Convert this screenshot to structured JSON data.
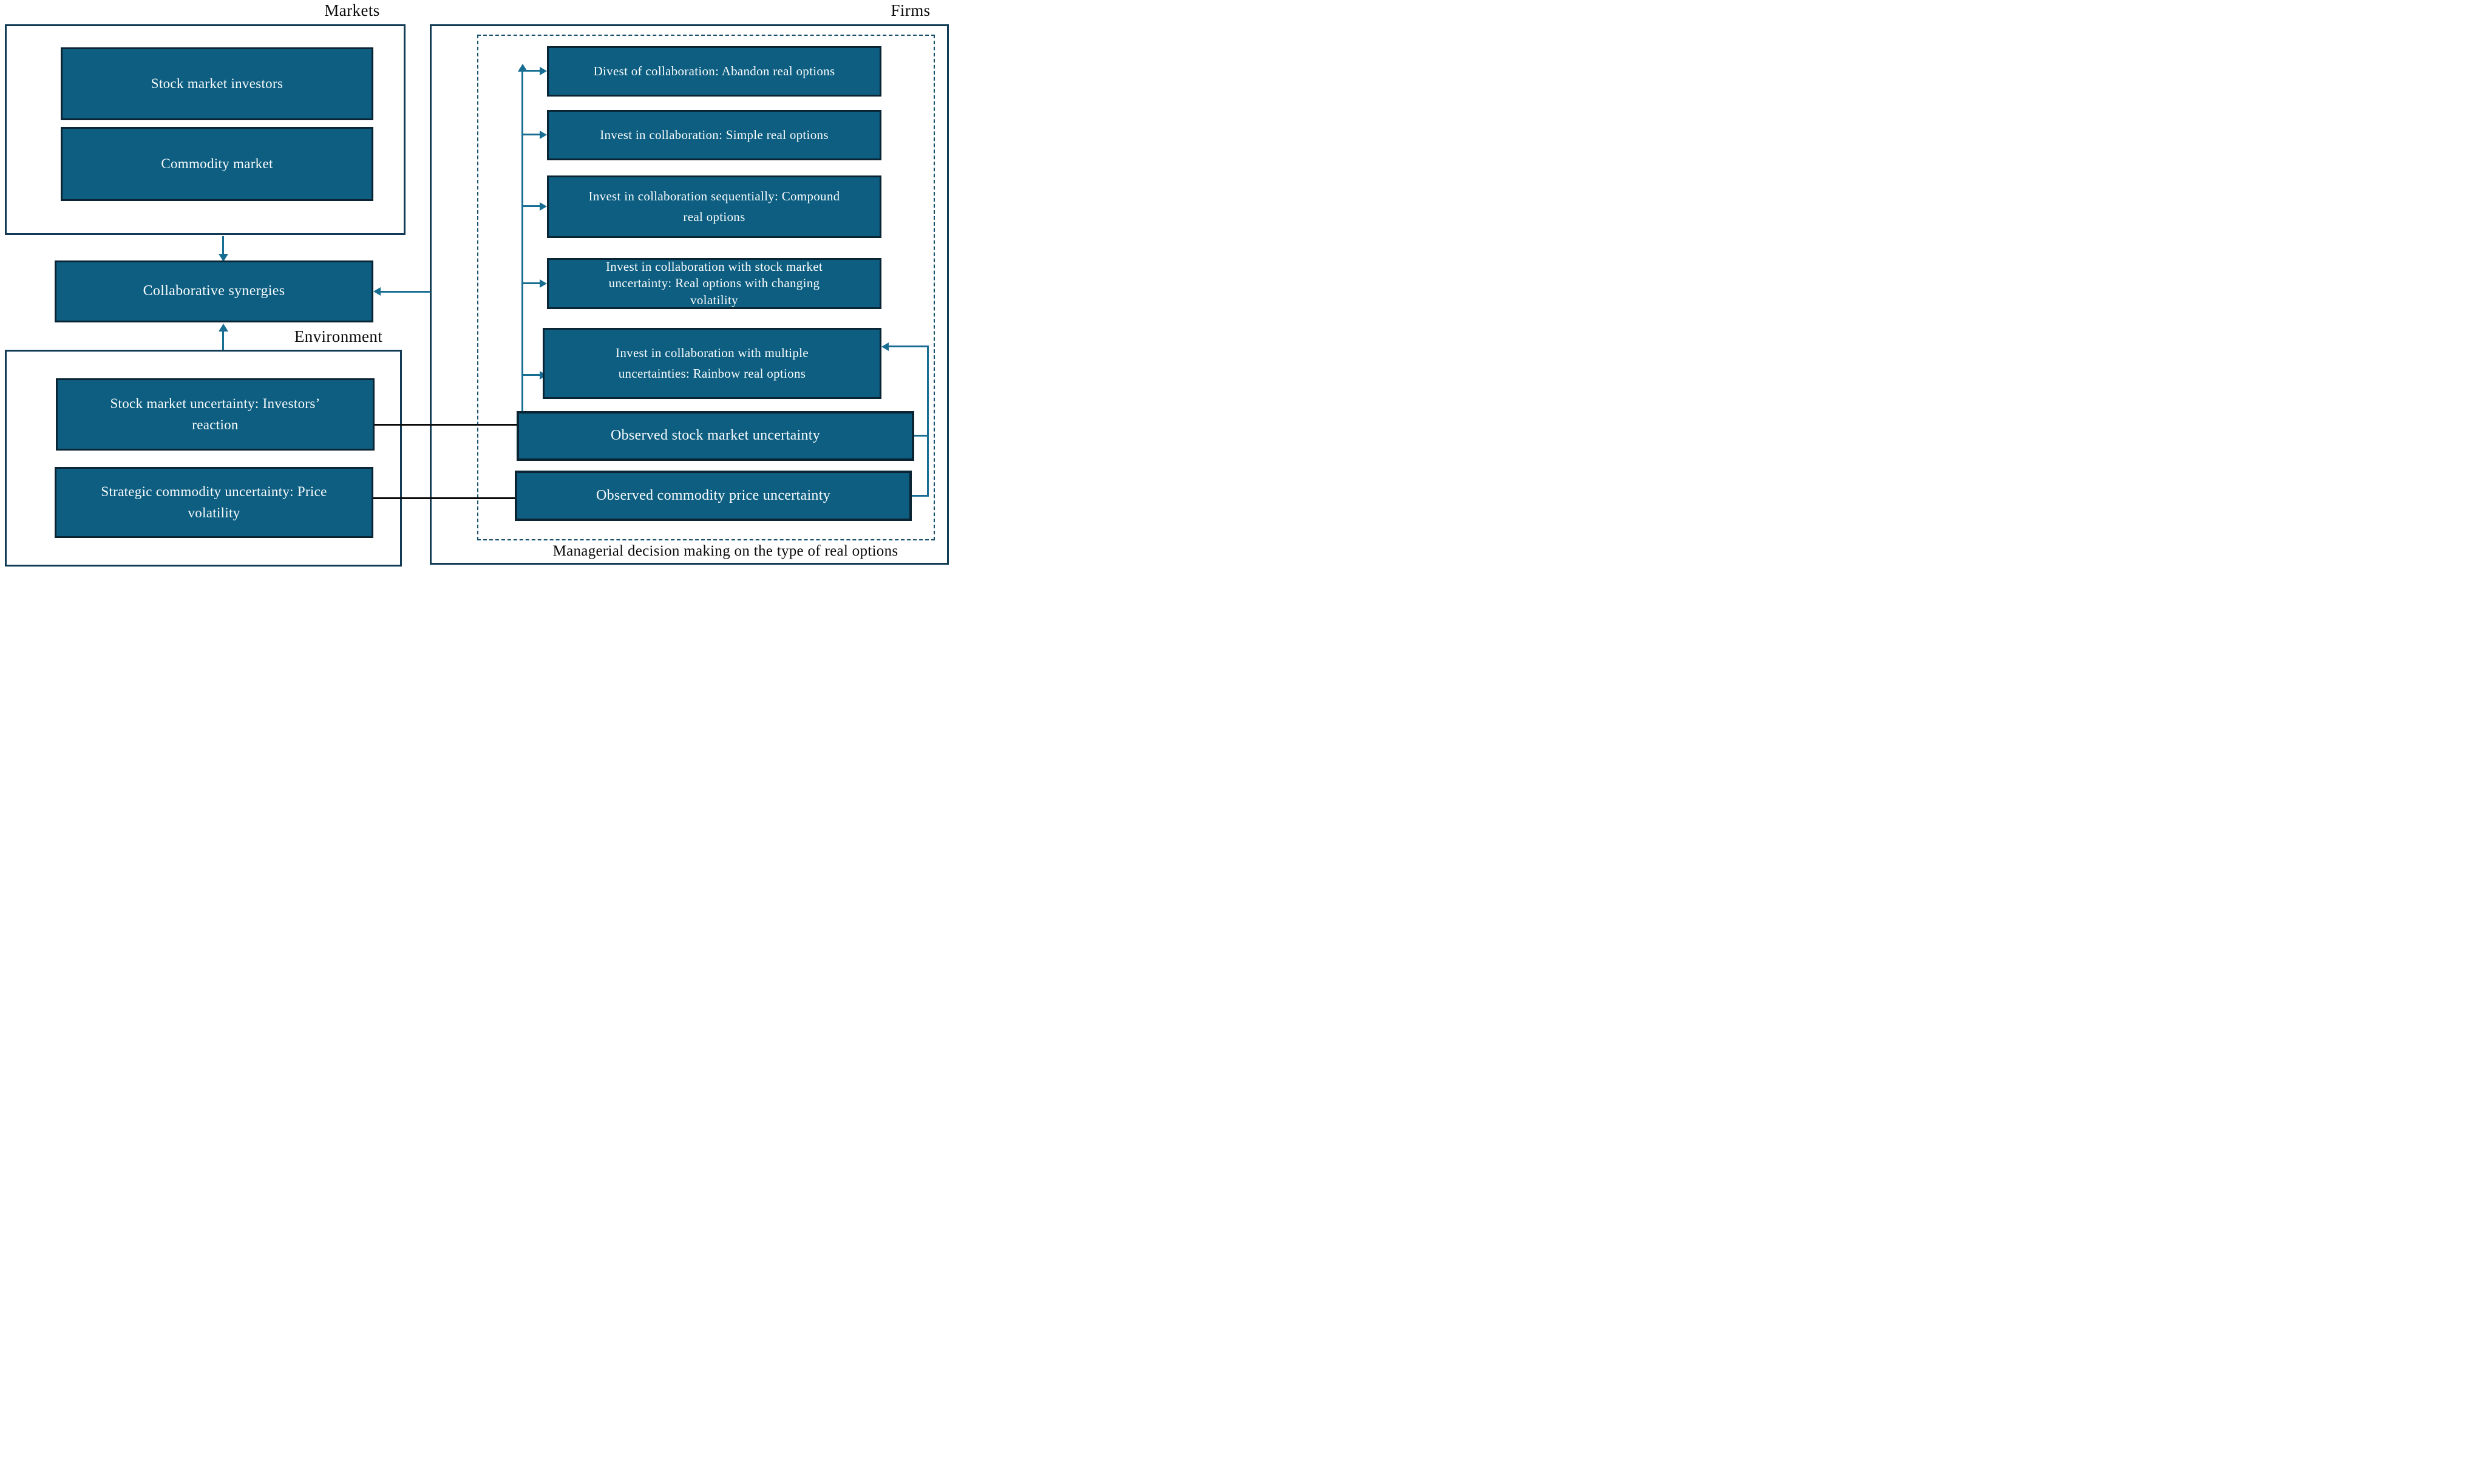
{
  "diagram": {
    "groups": {
      "markets": {
        "label": "Markets"
      },
      "environment": {
        "label": "Environment"
      },
      "firms": {
        "label": "Firms",
        "caption": "Managerial decision making on the type of real options"
      }
    },
    "nodes": {
      "stock_market_investors": {
        "label": "Stock market investors"
      },
      "commodity_market": {
        "label": "Commodity market"
      },
      "collaborative_synergies": {
        "label": "Collaborative synergies"
      },
      "stock_market_uncertainty": {
        "label": "Stock market uncertainty: Investors’\nreaction"
      },
      "strategic_commodity_uncertainty": {
        "label": "Strategic commodity uncertainty: Price\nvolatility"
      },
      "observed_stock_market_uncertainty": {
        "label": "Observed stock market uncertainty"
      },
      "observed_commodity_price_uncertainty": {
        "label": "Observed commodity price uncertainty"
      }
    },
    "firm_options": [
      {
        "label": "Divest of collaboration: Abandon real options"
      },
      {
        "label": "Invest in collaboration: Simple real options"
      },
      {
        "label": "Invest in collaboration sequentially: Compound\nreal options"
      },
      {
        "label": "Invest in collaboration with stock market\nuncertainty: Real options with changing\nvolatility"
      },
      {
        "label": "Invest in collaboration with multiple\nuncertainties: Rainbow real options"
      }
    ],
    "colors": {
      "node_fill": "#0d5e80",
      "node_border": "#0a2433",
      "frame_border": "#123c55",
      "dashed_border": "#19506c",
      "arrow": "#176e92",
      "link_line": "#0b0b0b",
      "node_text": "#f8fbfd",
      "label_text": "#0c0c0c"
    }
  }
}
